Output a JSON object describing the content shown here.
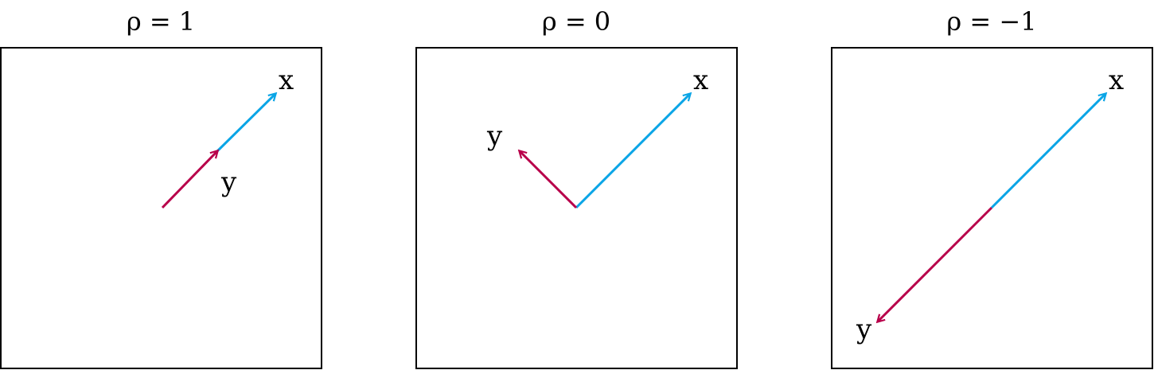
{
  "colors": {
    "x_vector": "#0aa5e6",
    "y_vector": "#b8004a",
    "frame": "#000000"
  },
  "panels": [
    {
      "title": "ρ = 1",
      "correlation": 1,
      "x_label": "x",
      "y_label": "y"
    },
    {
      "title": "ρ = 0",
      "correlation": 0,
      "x_label": "x",
      "y_label": "y"
    },
    {
      "title": "ρ = −1",
      "correlation": -1,
      "x_label": "x",
      "y_label": "y"
    }
  ]
}
